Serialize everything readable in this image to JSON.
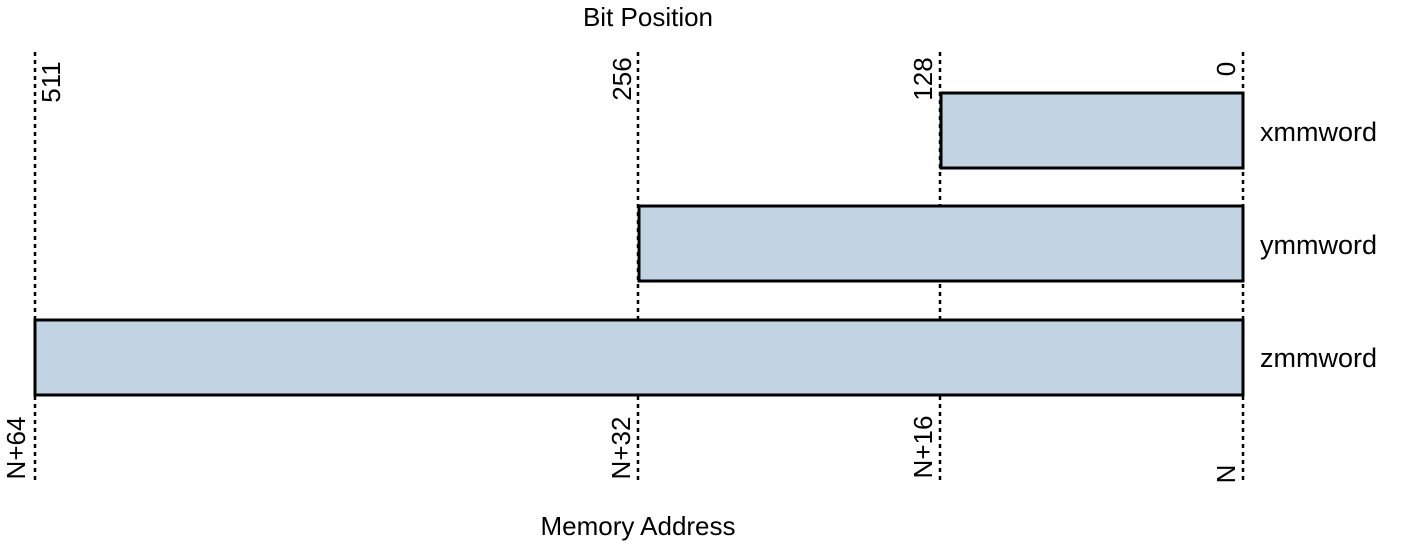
{
  "diagram": {
    "top_title": "Bit Position",
    "bottom_title": "Memory Address",
    "bar_fill": "#c2d3e3",
    "bar_stroke": "#000000",
    "guides": [
      {
        "bit": "511",
        "addr": "N+64"
      },
      {
        "bit": "256",
        "addr": "N+32"
      },
      {
        "bit": "128",
        "addr": "N+16"
      },
      {
        "bit": "0",
        "addr": "N"
      }
    ],
    "rows": [
      {
        "label": "xmmword",
        "span_bits": [
          128,
          0
        ]
      },
      {
        "label": "ymmword",
        "span_bits": [
          256,
          0
        ]
      },
      {
        "label": "zmmword",
        "span_bits": [
          511,
          0
        ]
      }
    ]
  }
}
